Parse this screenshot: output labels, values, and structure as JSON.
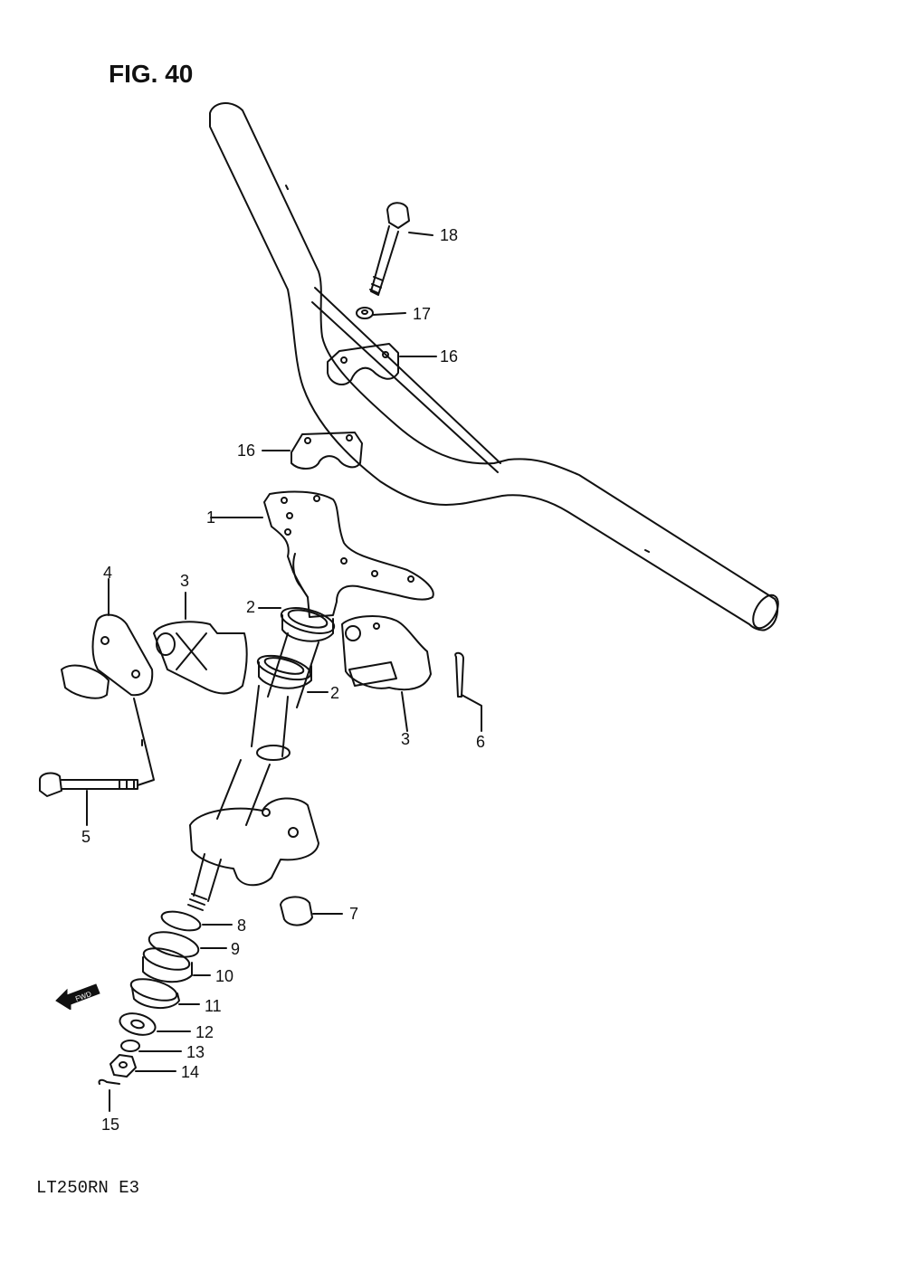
{
  "figure": {
    "title": "FIG. 40"
  },
  "model": "LT250RN  E3",
  "fwd_label": "FWD",
  "callouts": {
    "c1": "1",
    "c2a": "2",
    "c2b": "2",
    "c3a": "3",
    "c3b": "3",
    "c4": "4",
    "c5": "5",
    "c6": "6",
    "c7": "7",
    "c8": "8",
    "c9": "9",
    "c10": "10",
    "c11": "11",
    "c12": "12",
    "c13": "13",
    "c14": "14",
    "c15": "15",
    "c16a": "16",
    "c16b": "16",
    "c17": "17",
    "c18": "18"
  }
}
